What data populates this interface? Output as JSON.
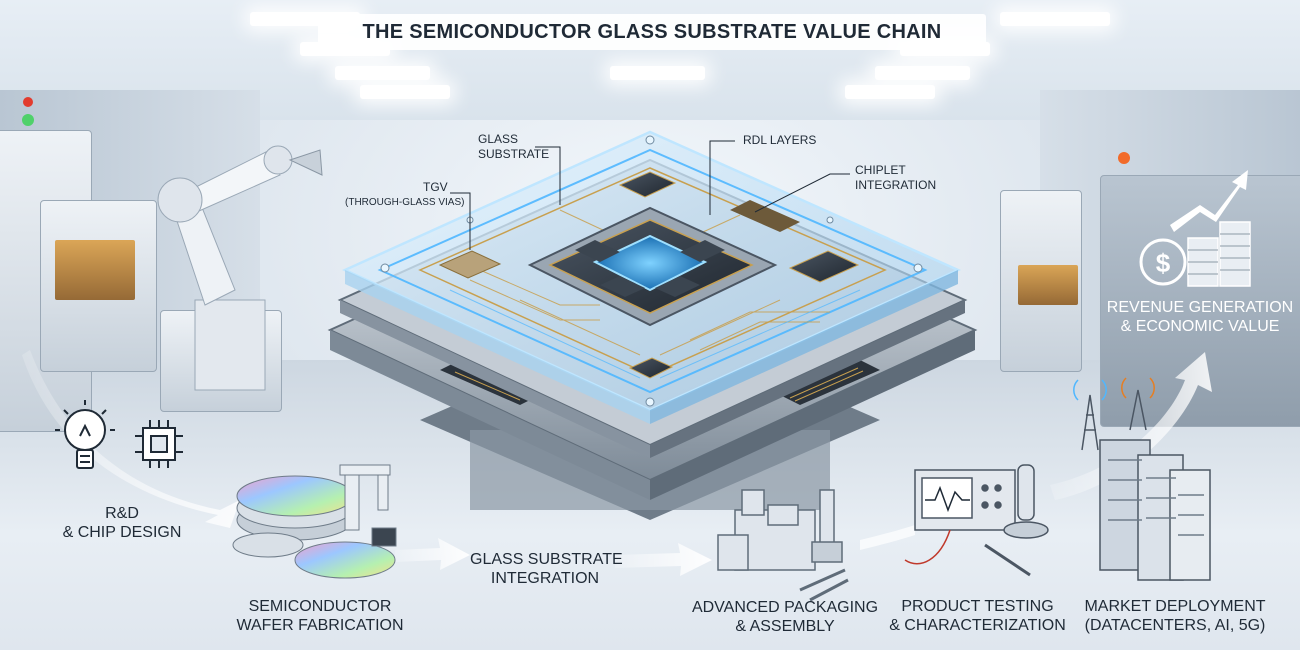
{
  "title": "THE SEMICONDUCTOR GLASS SUBSTRATE VALUE CHAIN",
  "callouts": {
    "glass_substrate": [
      "GLASS",
      "SUBSTRATE"
    ],
    "rdl_layers": "RDL LAYERS",
    "chiplet_integration": [
      "CHIPLET",
      "INTEGRATION"
    ],
    "tgv": [
      "TGV",
      "(THROUGH-GLASS VIAS)"
    ]
  },
  "stages": [
    {
      "id": "rd",
      "lines": [
        "R&D",
        "& CHIP DESIGN"
      ],
      "icon": "lightbulb-icon"
    },
    {
      "id": "fab",
      "lines": [
        "SEMICONDUCTOR",
        "WAFER FABRICATION"
      ],
      "icon": "wafer-icon"
    },
    {
      "id": "glass",
      "lines": [
        "GLASS SUBSTRATE",
        "INTEGRATION"
      ],
      "icon": "substrate-icon"
    },
    {
      "id": "pack",
      "lines": [
        "ADVANCED PACKAGING",
        "& ASSEMBLY"
      ],
      "icon": "robot-arm-icon"
    },
    {
      "id": "test",
      "lines": [
        "PRODUCT TESTING",
        "& CHARACTERIZATION"
      ],
      "icon": "oscilloscope-icon"
    },
    {
      "id": "market",
      "lines": [
        "MARKET DEPLOYMENT",
        "(DATACENTERS, AI, 5G)"
      ],
      "icon": "server-rack-icon"
    },
    {
      "id": "revenue",
      "lines": [
        "REVENUE GENERATION",
        "& ECONOMIC VALUE"
      ],
      "icon": "dollar-coins-icon"
    }
  ],
  "colors": {
    "text": "#1f2a36",
    "glow_blue": "#4fb7ff",
    "copper": "#c8a04f",
    "steel": "#8c99a6"
  }
}
